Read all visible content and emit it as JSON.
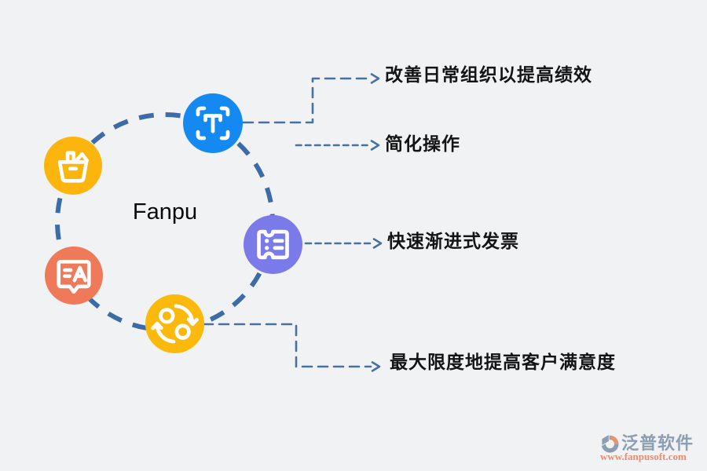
{
  "center_label": "Fanpu",
  "features": [
    {
      "text": "改善日常组织以提高绩效"
    },
    {
      "text": "简化操作"
    },
    {
      "text": "快速渐进式发票"
    },
    {
      "text": "最大限度地提高客户满意度"
    }
  ],
  "nodes": [
    {
      "name": "basket",
      "color": "#FBB50D"
    },
    {
      "name": "text-scan",
      "color": "#1489F1"
    },
    {
      "name": "ticket",
      "color": "#7A7BE9"
    },
    {
      "name": "translate-chat",
      "color": "#EF7A5A"
    },
    {
      "name": "sync",
      "color": "#FBB90B"
    }
  ],
  "footer": {
    "brand": "泛普软件",
    "website": "www.fanpusoft.com"
  },
  "colors": {
    "background": "#F1F2F4",
    "dashed_circle": "#3D6BA6",
    "connector": "#47729F",
    "label_text": "#141414",
    "brand_text": "#8D9DB2",
    "website_text": "#E98D70"
  }
}
